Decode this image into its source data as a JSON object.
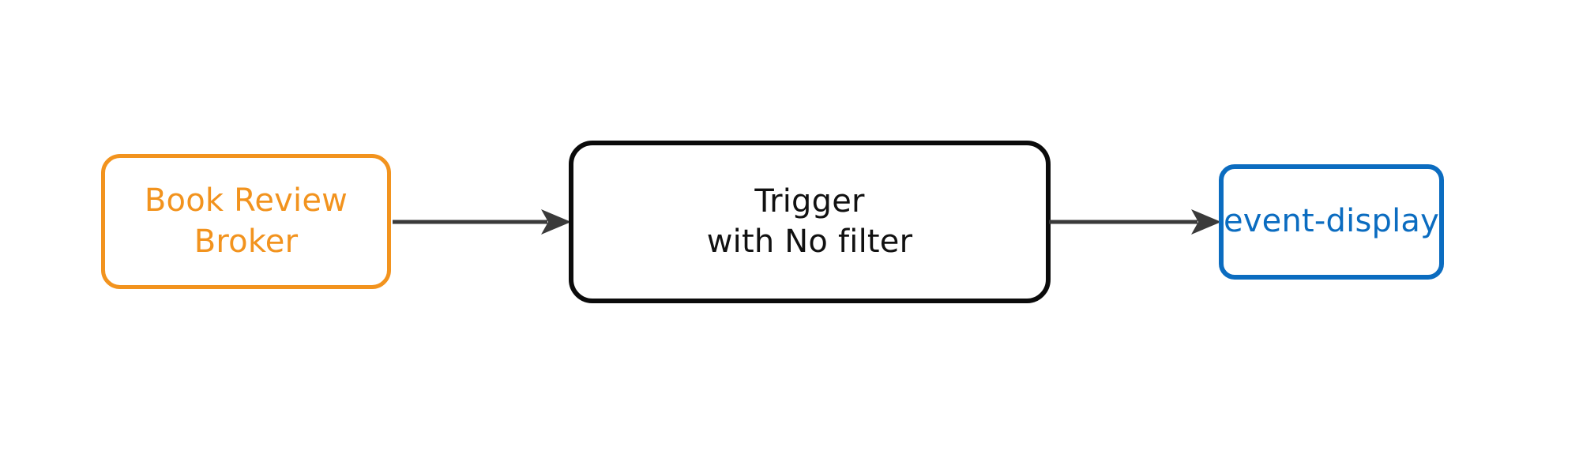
{
  "diagram": {
    "type": "flow-diagram",
    "background_color": "#ffffff",
    "nodes": [
      {
        "id": "broker",
        "label": "Book Review\nBroker",
        "label_line_1": "Book Review",
        "label_line_2": "Broker",
        "role": "source",
        "shape": "rounded-rectangle",
        "border_color": "#F2931E",
        "text_color": "#F2931E",
        "fill_color": "#ffffff"
      },
      {
        "id": "trigger",
        "label": "Trigger\nwith No filter",
        "label_line_1": "Trigger",
        "label_line_2": "with No filter",
        "role": "processor",
        "shape": "rounded-rectangle",
        "border_color": "#0b0b0b",
        "text_color": "#111111",
        "fill_color": "#ffffff"
      },
      {
        "id": "event-display",
        "label": "event-display",
        "role": "sink",
        "shape": "rounded-rectangle",
        "border_color": "#0B6CC0",
        "text_color": "#0B6CC0",
        "fill_color": "#ffffff"
      }
    ],
    "edges": [
      {
        "id": "broker-to-trigger",
        "from": "broker",
        "to": "trigger",
        "label": "",
        "color": "#3A3A3A",
        "arrowhead": "filled-triangle"
      },
      {
        "id": "trigger-to-sink",
        "from": "trigger",
        "to": "event-display",
        "label": "",
        "color": "#3A3A3A",
        "arrowhead": "filled-triangle"
      }
    ]
  }
}
